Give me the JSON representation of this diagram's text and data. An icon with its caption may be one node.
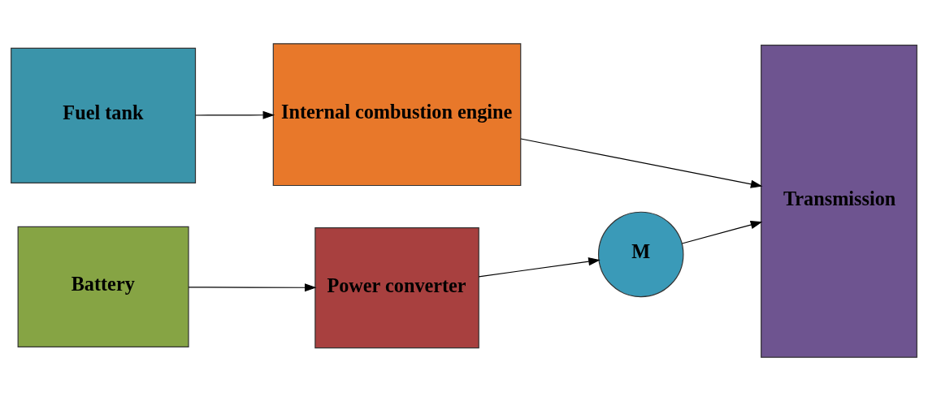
{
  "diagram": {
    "nodes": [
      {
        "text": [
          "Fuel tank"
        ]
      },
      {
        "text": [
          "Internal combustion engine"
        ]
      },
      {
        "text": [
          "Transmission"
        ]
      },
      {
        "text": [
          "Battery"
        ]
      },
      {
        "text": [
          "Power converter"
        ]
      },
      {
        "text": [
          "M"
        ]
      }
    ],
    "edges": [
      {
        "from": 0,
        "to": 1,
        "arrow": "to"
      },
      {
        "from": 1,
        "to": 2,
        "arrow": "to"
      },
      {
        "from": 3,
        "to": 4,
        "arrow": "to"
      },
      {
        "from": 4,
        "to": 5,
        "arrow": "to"
      },
      {
        "from": 5,
        "to": 2,
        "arrow": "to"
      }
    ]
  }
}
